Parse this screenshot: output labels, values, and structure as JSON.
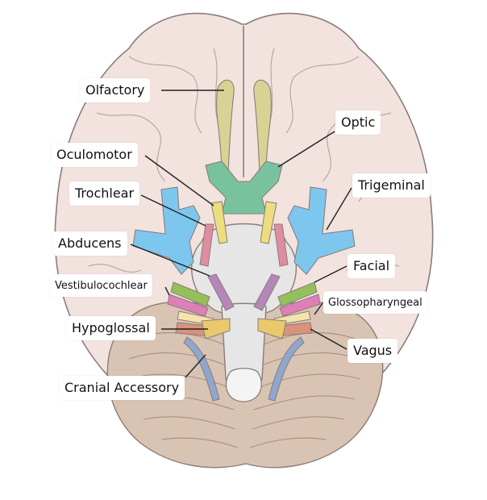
{
  "labels": {
    "olfactory": "Olfactory",
    "optic": "Optic",
    "oculomotor": "Oculomotor",
    "trochlear": "Trochlear",
    "trigeminal": "Trigeminal",
    "abducens": "Abducens",
    "facial": "Facial",
    "vestibulocochlear": "Vestibulocochlear",
    "glossopharyngeal": "Glossopharyngeal",
    "hypoglossal": "Hypoglossal",
    "vagus": "Vagus",
    "accessory": "Cranial Accessory"
  },
  "colors": {
    "brain": "#f2e3df",
    "brain_outline": "#8a7d7a",
    "cerebellum": "#d9c3b3",
    "brainstem": "#e6e6e6",
    "olfactory": "#d8d394",
    "optic": "#79c2a0",
    "oculomotor": "#ecde7f",
    "trochlear": "#de8ea0",
    "trigeminal": "#7dc7ef",
    "abducens": "#b487b8",
    "facial": "#94c05a",
    "vestibulocochlear": "#de7fb7",
    "glossopharyngeal": "#f5e3ad",
    "vagus": "#d9937a",
    "hypoglossal": "#e8c96b",
    "accessory": "#8fa6cf"
  }
}
